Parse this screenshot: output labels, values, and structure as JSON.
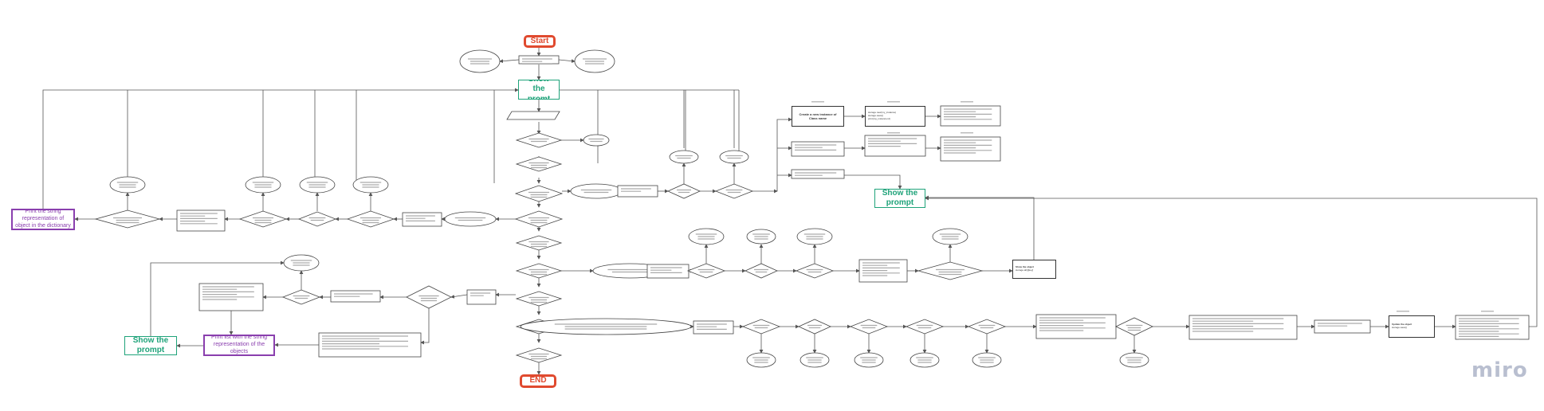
{
  "start_label": "Start",
  "end_label": "END",
  "show_prompt_label": "Show the promt",
  "show_prompt_label_alt": "Show the prompt",
  "print_dictionary": "Print the string representation of object in the dictionary",
  "print_objects": "Print list with the string representation of the objects",
  "create_instance": [
    "Create a new instance of",
    "Class name"
  ],
  "save_instance": [
    "storage.new(my_instance)",
    "storage.save()",
    "print(my_instance.id)"
  ],
  "show_object": [
    "Show the object",
    "storage.all()[key]"
  ],
  "update_object": [
    "Update the object",
    "storage.save()"
  ],
  "logo": "miro",
  "colors": {
    "green": "#1fa37a",
    "purple": "#8a3fae",
    "red": "#e04a2f",
    "line": "#333333",
    "logo": "#b9bfd0"
  }
}
